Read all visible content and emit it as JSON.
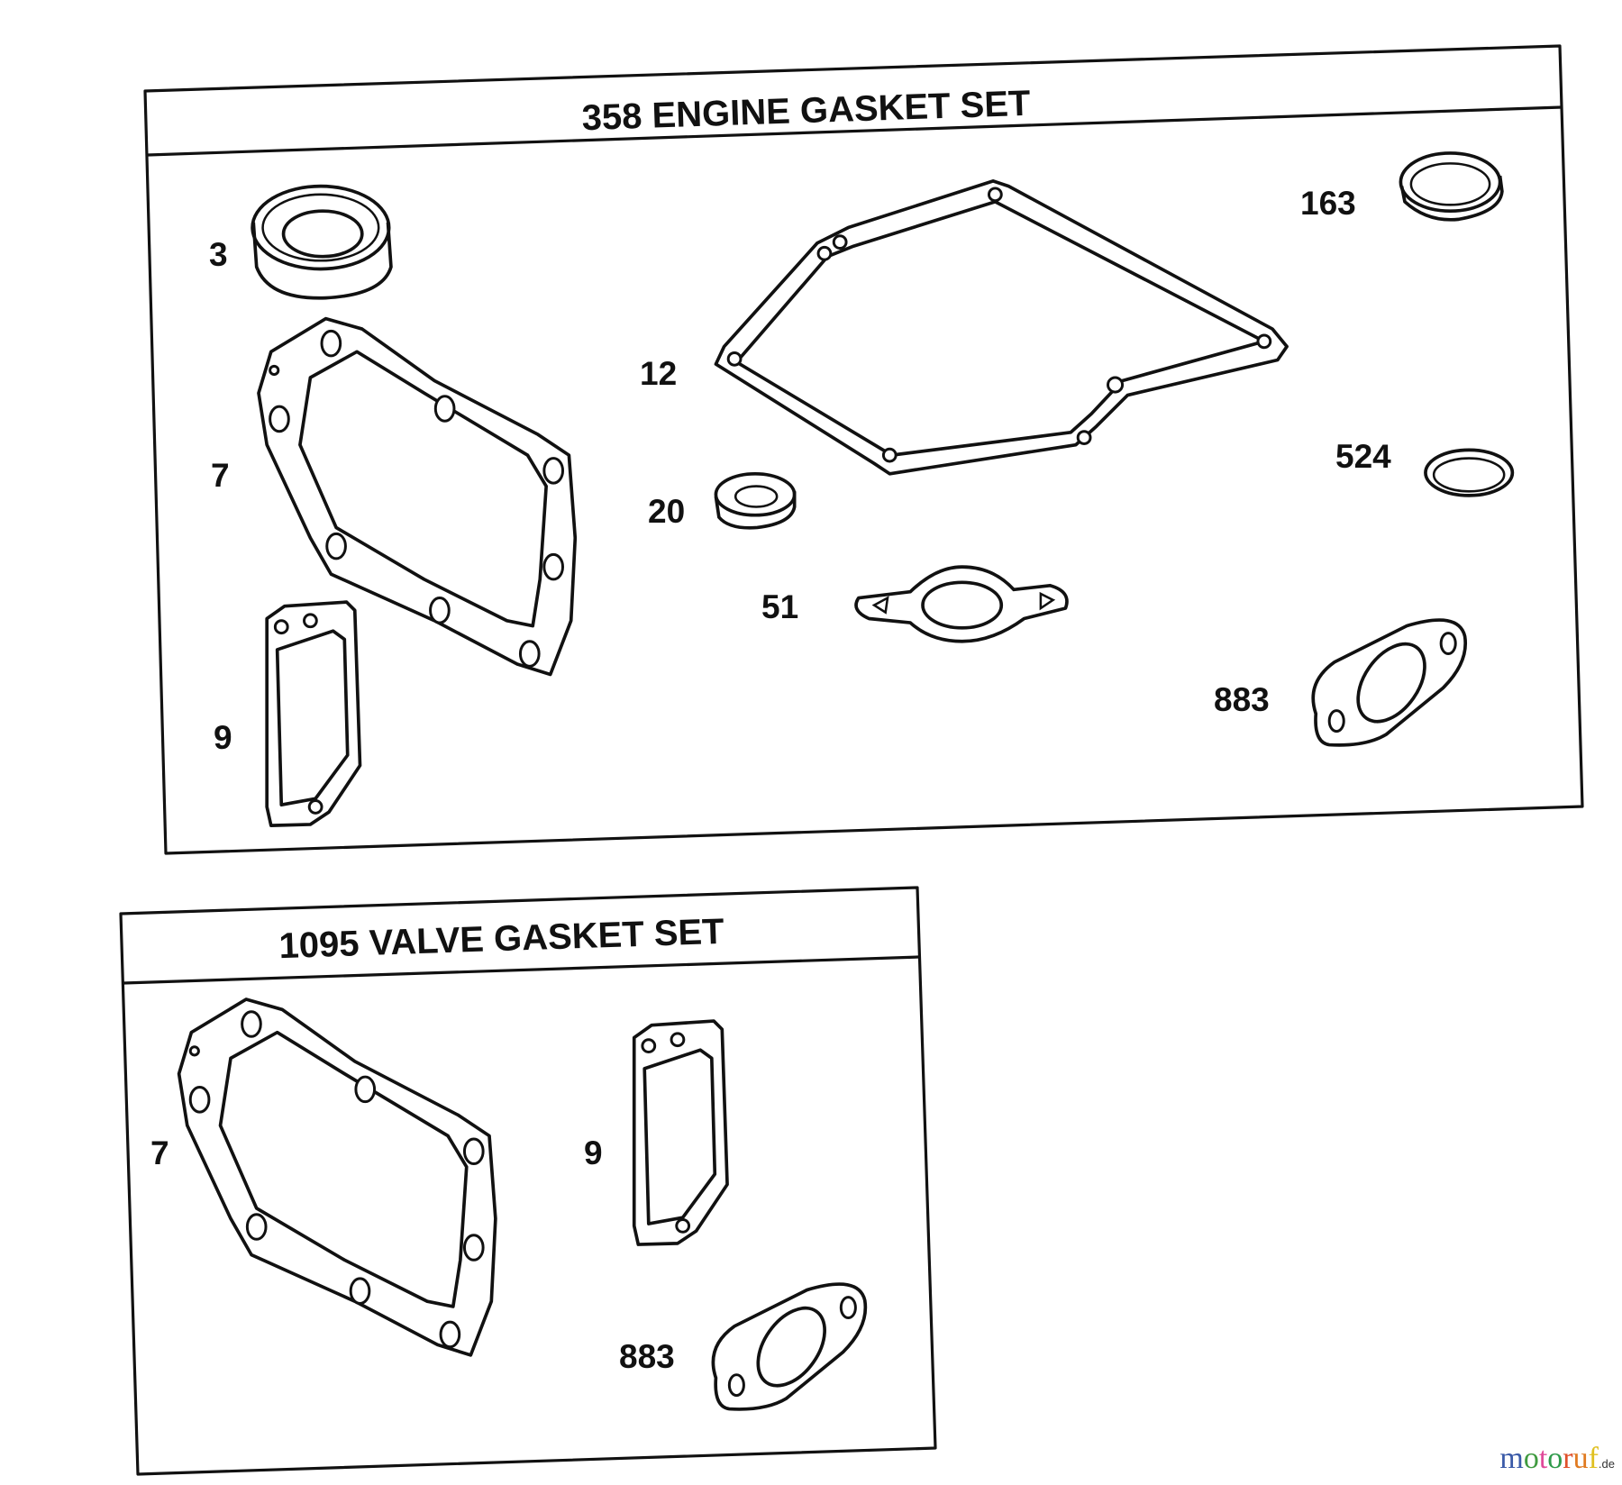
{
  "sections": [
    {
      "title": "358 ENGINE GASKET SET",
      "parts": [
        {
          "label": "3",
          "name": "oil-seal"
        },
        {
          "label": "7",
          "name": "cylinder-head-gasket"
        },
        {
          "label": "9",
          "name": "valve-cover-gasket"
        },
        {
          "label": "12",
          "name": "crankcase-gasket"
        },
        {
          "label": "20",
          "name": "oil-seal-small"
        },
        {
          "label": "51",
          "name": "intake-gasket"
        },
        {
          "label": "163",
          "name": "seal-ring"
        },
        {
          "label": "524",
          "name": "o-ring"
        },
        {
          "label": "883",
          "name": "exhaust-gasket"
        }
      ]
    },
    {
      "title": "1095 VALVE GASKET SET",
      "parts": [
        {
          "label": "7",
          "name": "cylinder-head-gasket"
        },
        {
          "label": "9",
          "name": "valve-cover-gasket"
        },
        {
          "label": "883",
          "name": "exhaust-gasket"
        }
      ]
    }
  ],
  "watermark": {
    "name": "motoruf",
    "suffix": ".de",
    "colors": [
      "#3a5aa8",
      "#3f9a3f",
      "#e04a9a",
      "#2e9a4a",
      "#e0502a",
      "#e07a20",
      "#e0c020"
    ]
  }
}
